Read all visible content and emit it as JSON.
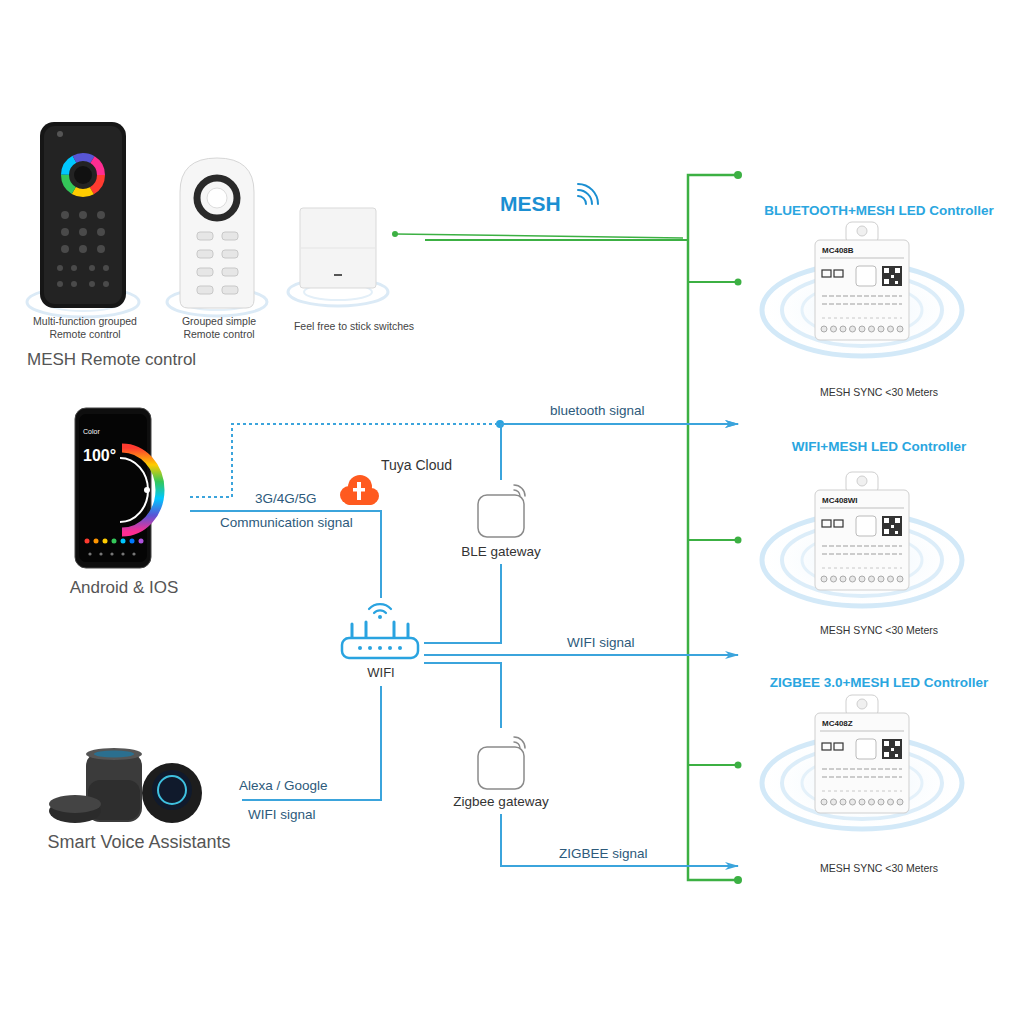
{
  "diagram": {
    "nodes": [
      {
        "text": [
          "Multi-function grouped Remote control"
        ]
      },
      {
        "text": [
          "Grouped simple Remote control"
        ]
      },
      {
        "text": [
          "Feel free to stick switches"
        ]
      },
      {
        "text": [
          "Android & IOS"
        ]
      },
      {
        "text": [
          "WIFI"
        ]
      },
      {
        "text": [
          "BLE gateway"
        ]
      },
      {
        "text": [
          "Zigbee gateway"
        ]
      },
      {
        "text": [
          "Smart Voice Assistants"
        ]
      },
      {
        "text": [
          "BLUETOOTH+MESH LED Controller",
          "MC408B",
          "MESH SYNC <30 Meters"
        ]
      },
      {
        "text": [
          "WIFI+MESH LED Controller",
          "MC408WI",
          "MESH SYNC <30 Meters"
        ]
      },
      {
        "text": [
          "ZIGBEE 3.0+MESH LED Controller",
          "MC408Z",
          "MESH SYNC <30 Meters"
        ]
      }
    ],
    "edges": [
      {
        "from": 2,
        "to": 8,
        "arrow": "none"
      },
      {
        "from": 2,
        "to": 9,
        "arrow": "none"
      },
      {
        "from": 2,
        "to": 10,
        "arrow": "none"
      },
      {
        "from": 3,
        "to": 8,
        "arrow": "to",
        "label": "bluetooth signal"
      },
      {
        "from": 3,
        "to": 4,
        "arrow": "none",
        "label": "3G/4G/5G"
      },
      {
        "from": 4,
        "to": 5,
        "arrow": "none"
      },
      {
        "from": 5,
        "to": 8,
        "arrow": "to"
      },
      {
        "from": 4,
        "to": 9,
        "arrow": "to",
        "label": "WIFI signal"
      },
      {
        "from": 4,
        "to": 6,
        "arrow": "none"
      },
      {
        "from": 6,
        "to": 10,
        "arrow": "to",
        "label": "ZIGBEE signal"
      },
      {
        "from": 7,
        "to": 4,
        "arrow": "none",
        "label": "Alexa / Google"
      }
    ],
    "labels": [
      "MESH Remote control",
      "MESH",
      "Color",
      "100°",
      "Tuya Cloud",
      "Communication signal",
      "WIFI signal"
    ]
  }
}
